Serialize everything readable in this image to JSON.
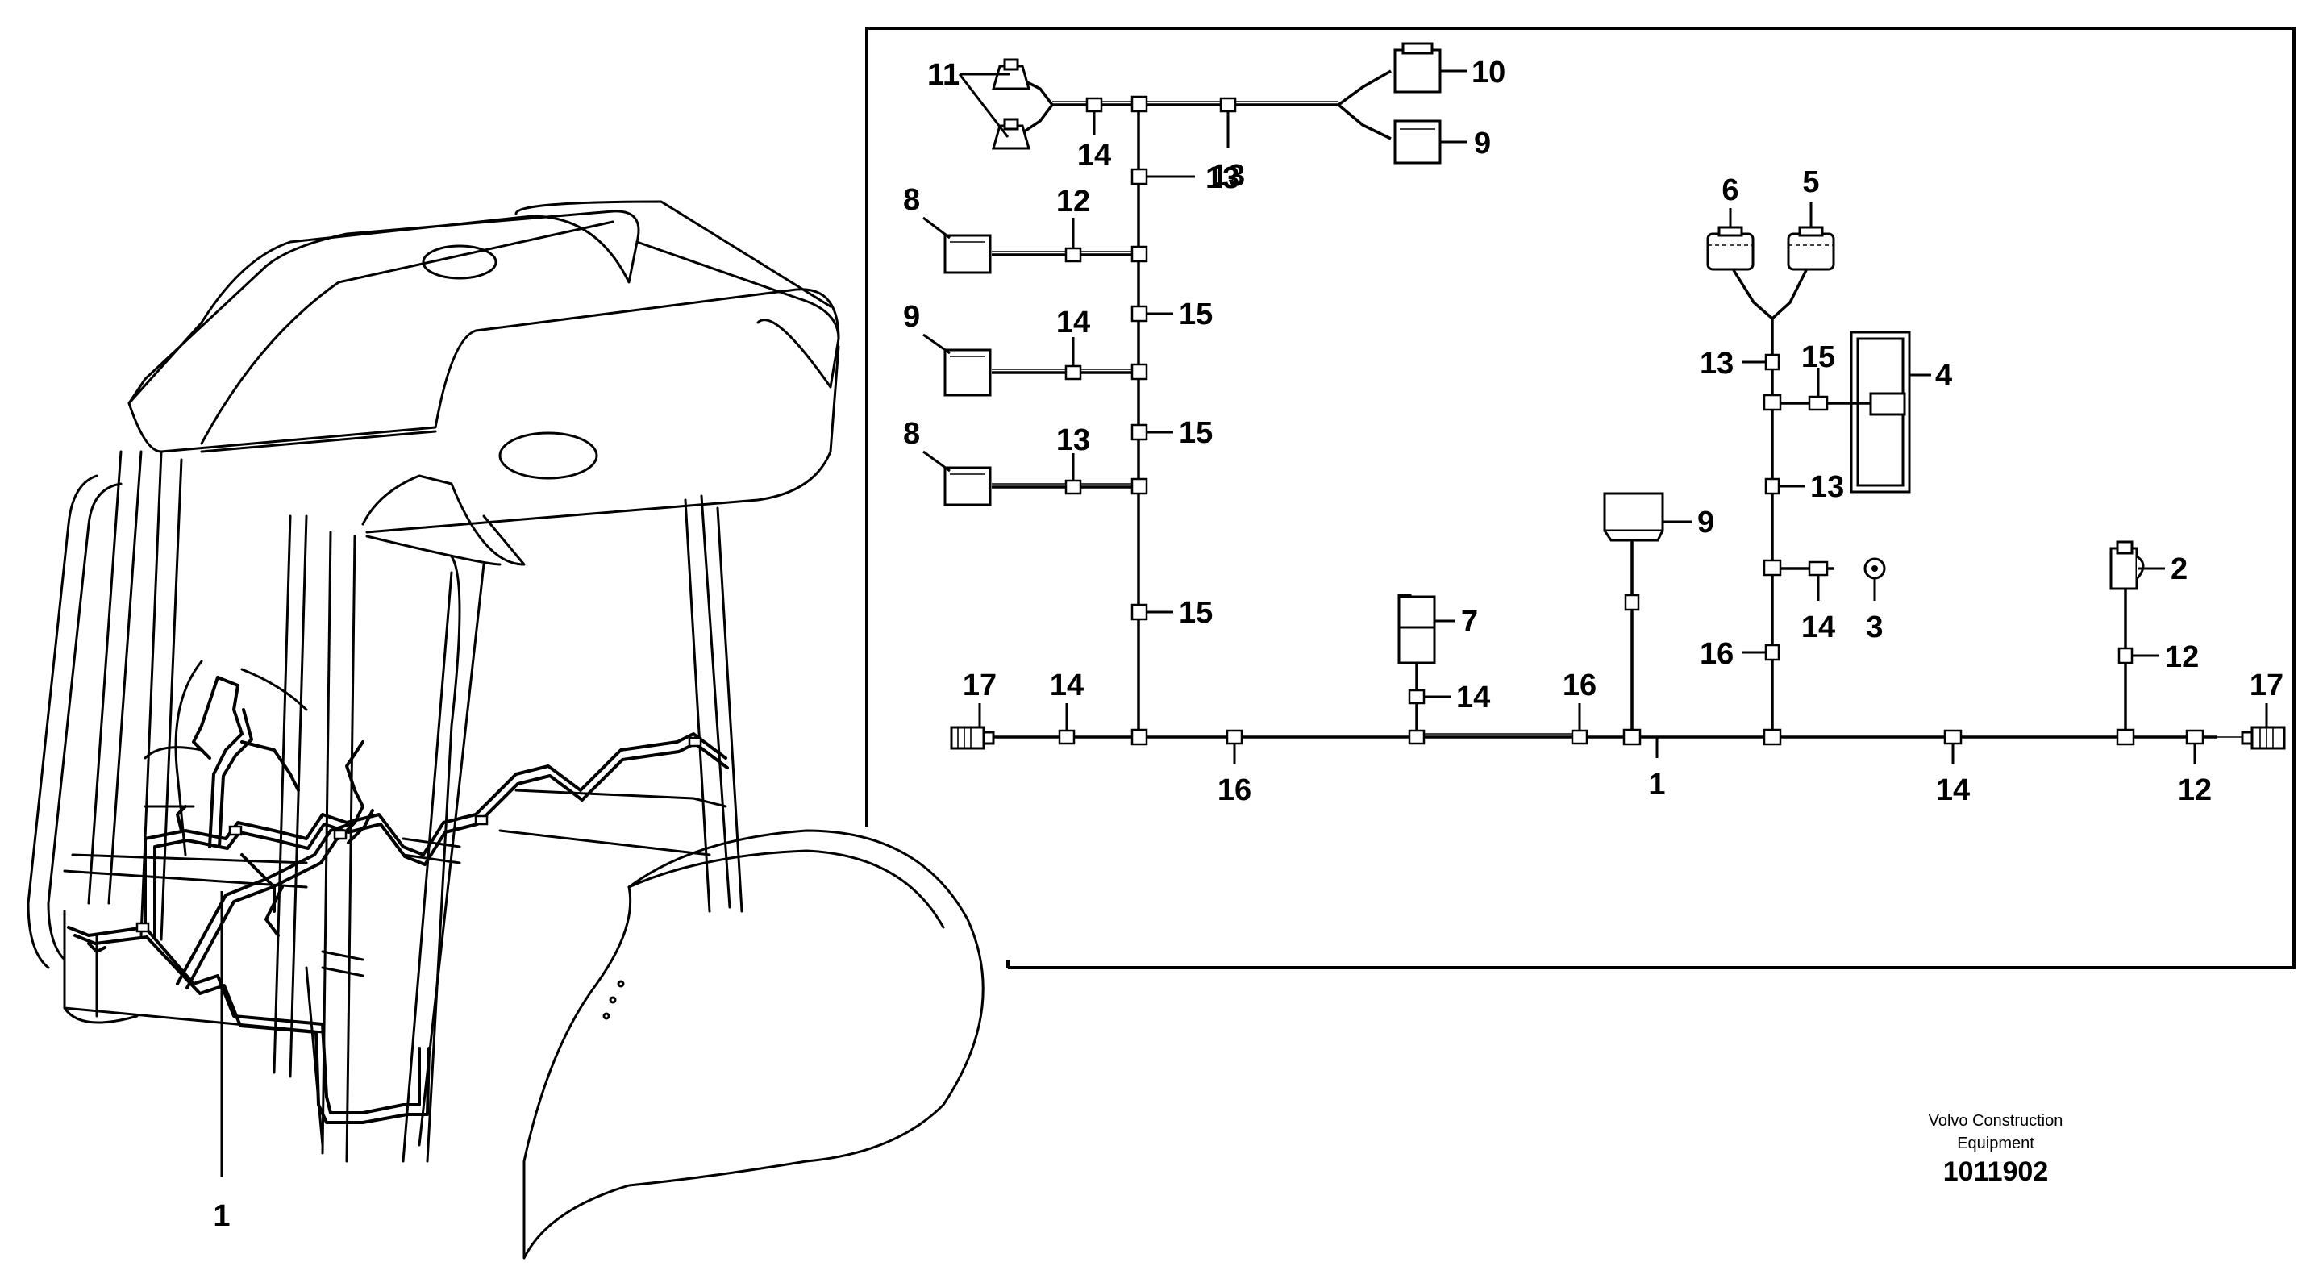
{
  "footer": {
    "maker_line1": "Volvo Construction",
    "maker_line2": "Equipment",
    "drawing_number": "1011902"
  },
  "cab_view": {
    "callout": "1"
  },
  "schematic": {
    "callouts": {
      "c11": "11",
      "c10": "10",
      "c9_top": "9",
      "c14_top": "14",
      "c13_top": "13",
      "c13_vert": "13",
      "c8_a": "8",
      "c12_a": "12",
      "c9_left": "9",
      "c14_left": "14",
      "c15_a": "15",
      "c8_b": "8",
      "c13_left": "13",
      "c15_b": "15",
      "c15_c": "15",
      "c6": "6",
      "c5": "5",
      "c13_right": "13",
      "c15_right": "15",
      "c4": "4",
      "c13_right2": "13",
      "c9_mid": "9",
      "c7": "7",
      "c14_mid": "14",
      "c14_right": "14",
      "c3": "3",
      "c16_right": "16",
      "c2": "2",
      "c12_right": "12",
      "c17_left": "17",
      "c14_bus": "14",
      "c16_bus": "16",
      "c17_right": "17",
      "c16_low": "16",
      "c1": "1",
      "c14_low": "14",
      "c12_low": "12"
    }
  }
}
